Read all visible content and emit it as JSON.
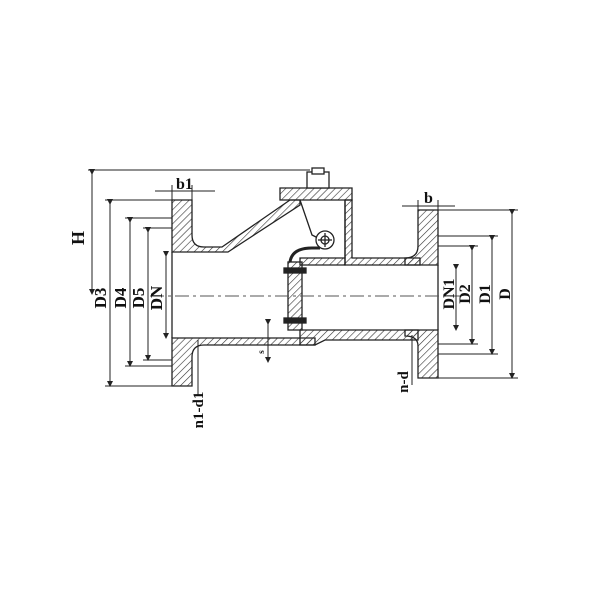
{
  "drawing": {
    "title": "Swing check valve cross-section (flanged)",
    "colors": {
      "line": "#222222",
      "hatch": "#333333",
      "background": "#ffffff",
      "centerline": "#555555"
    },
    "labels": {
      "H": "H",
      "b1": "b1",
      "b": "b",
      "D3": "D3",
      "D4": "D4",
      "D5": "D5",
      "DN_left": "DN",
      "DN1": "DN1",
      "D2": "D2",
      "D1": "D1",
      "D": "D",
      "n1_d1": "n1-d1",
      "n_d": "n-d",
      "s": "s"
    }
  }
}
